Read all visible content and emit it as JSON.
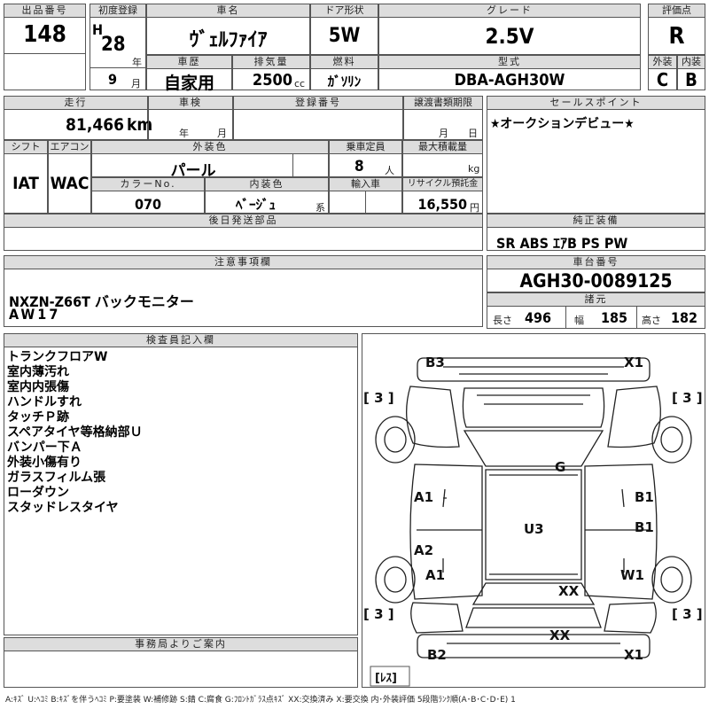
{
  "lot": {
    "label": "出品番号",
    "value": "148"
  },
  "first_reg": {
    "label": "初度登録",
    "era": "H",
    "year": "28",
    "year_unit": "年",
    "month": "9",
    "month_unit": "月"
  },
  "car_name": {
    "label": "車名",
    "value": "ｳﾞｪﾙﾌｧｲｱ"
  },
  "door": {
    "label": "ドア形状",
    "value": "5W"
  },
  "grade": {
    "label": "グレード",
    "value": "2.5V"
  },
  "score": {
    "label": "評価点",
    "value": "R"
  },
  "history": {
    "label": "車歴",
    "value": "自家用"
  },
  "displacement": {
    "label": "排気量",
    "value": "2500",
    "unit": "cc"
  },
  "fuel": {
    "label": "燃料",
    "value": "ｶﾞｿﾘﾝ"
  },
  "model": {
    "label": "型式",
    "value": "DBA-AGH30W"
  },
  "exterior_grade": {
    "label": "外装",
    "value": "C"
  },
  "interior_grade": {
    "label": "内装",
    "value": "B"
  },
  "mileage": {
    "label": "走行",
    "value": "81,466",
    "unit": "km"
  },
  "inspection": {
    "label": "車検",
    "year_unit": "年",
    "month_unit": "月"
  },
  "reg_no": {
    "label": "登録番号"
  },
  "transfer": {
    "label": "譲渡書類期限",
    "month_unit": "月",
    "day_unit": "日"
  },
  "sales_point": {
    "label": "セールスポイント",
    "value": "★オークションデビュー★"
  },
  "shift": {
    "label": "シフト",
    "value": "IAT"
  },
  "ac": {
    "label": "エアコン",
    "value": "WAC"
  },
  "color": {
    "label": "外装色",
    "value": "パール"
  },
  "capacity": {
    "label": "乗車定員",
    "value": "8",
    "unit": "人"
  },
  "max_load": {
    "label": "最大積載量",
    "unit": "kg"
  },
  "color_no": {
    "label": "カラーNo.",
    "value": "070"
  },
  "interior_color": {
    "label": "内装色",
    "value": "ﾍﾞｰｼﾞｭ",
    "suffix": "系"
  },
  "import": {
    "label": "輸入車"
  },
  "recycle": {
    "label": "リサイクル預託金",
    "value": "16,550",
    "unit": "円"
  },
  "later_parts": {
    "label": "後日発送部品"
  },
  "equipment": {
    "label": "純正装備",
    "value": "SR ABS ｴｱB PS PW"
  },
  "notes": {
    "label": "注意事項欄",
    "lines": [
      "NXZN-Z66T バックモニター",
      "AW17"
    ]
  },
  "chassis": {
    "label": "車台番号",
    "value": "AGH30-0089125"
  },
  "dims": {
    "label": "諸元",
    "length_label": "長さ",
    "length": "496",
    "width_label": "幅",
    "width": "185",
    "height_label": "高さ",
    "height": "182"
  },
  "inspector": {
    "label": "検査員記入欄",
    "lines": [
      "トランクフロアW",
      "室内薄汚れ",
      "室内内張傷",
      "ハンドルすれ",
      "タッチＰ跡",
      "スペアタイヤ等格納部Ｕ",
      "バンパー下Ａ",
      "外装小傷有り",
      "ガラスフィルム張",
      "ローダウン",
      "スタッドレスタイヤ"
    ]
  },
  "office": {
    "label": "事務局よりご案内"
  },
  "diagram": {
    "marks": {
      "b3": "B3",
      "x1_top": "X1",
      "g": "G",
      "a1_left": "A1",
      "b1_right_upper": "B1",
      "u3": "U3",
      "b1_right_lower": "B1",
      "a2": "A2",
      "a1_lower": "A1",
      "w1": "W1",
      "xx_center": "XX",
      "xx_rear": "XX",
      "b2": "B2",
      "x1_bottom": "X1"
    },
    "tires": {
      "fl": "[ 3 ]",
      "fr": "[ 3 ]",
      "rl": "[ 3 ]",
      "rr": "[ 3 ]"
    },
    "spare": "[ﾚｽ]"
  },
  "legend": "A:ｷｽﾞ U:ﾍｺﾐ B:ｷｽﾞを伴うﾍｺﾐ P:要塗装 W:補修跡 S:錆 C:腐食 G:ﾌﾛﾝﾄｶﾞﾗｽ点ｷｽﾞ XX:交換済み X:要交換 内･外装評価 5段階ﾗﾝｸ順(A･B･C･D･E) 1"
}
